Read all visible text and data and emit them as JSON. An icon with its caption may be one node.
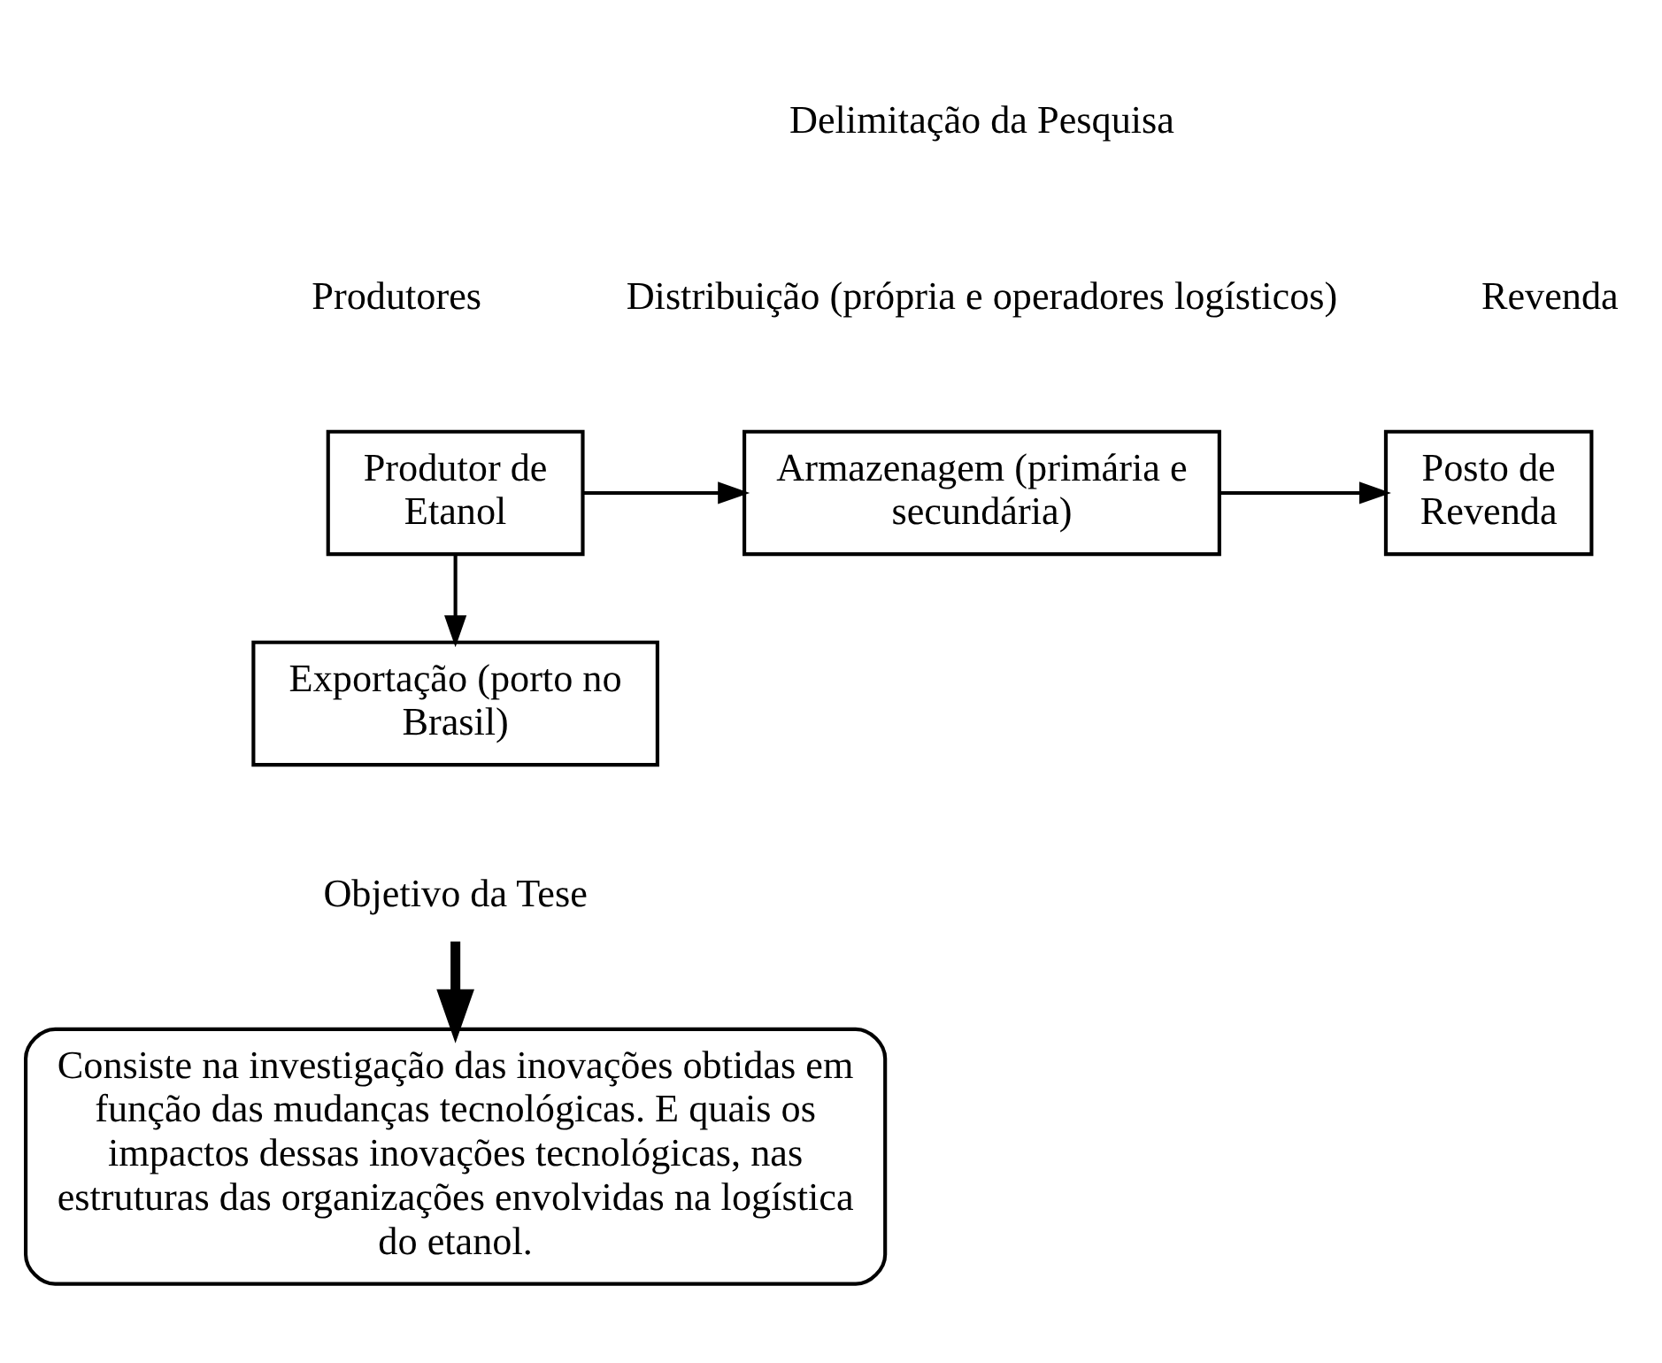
{
  "diagram": {
    "nodes": [
      {
        "text": [
          "Produtor de Etanol"
        ]
      },
      {
        "text": [
          "Armazenagem (primária e secundária)"
        ]
      },
      {
        "text": [
          "Posto de Revenda"
        ]
      },
      {
        "text": [
          "Exportação (porto no Brasil)"
        ]
      },
      {
        "text": [
          "Objetivo da Tese"
        ]
      },
      {
        "text": [
          "Consiste na investigação das inovações obtidas em função das mudanças tecnológicas. E quais os impactos dessas inovações tecnológicas, nas estruturas das organizações envolvidas na logística do etanol."
        ]
      }
    ],
    "edges": [
      {
        "from": 0,
        "to": 1,
        "arrow": "to"
      },
      {
        "from": 1,
        "to": 2,
        "arrow": "to"
      },
      {
        "from": 0,
        "to": 3,
        "arrow": "to"
      },
      {
        "from": 4,
        "to": 5,
        "arrow": "to",
        "style": "thick"
      }
    ],
    "labels": [
      "Delimitação da Pesquisa",
      "Produtores",
      "Distribuição (própria e operadores logísticos)",
      "Revenda"
    ]
  }
}
